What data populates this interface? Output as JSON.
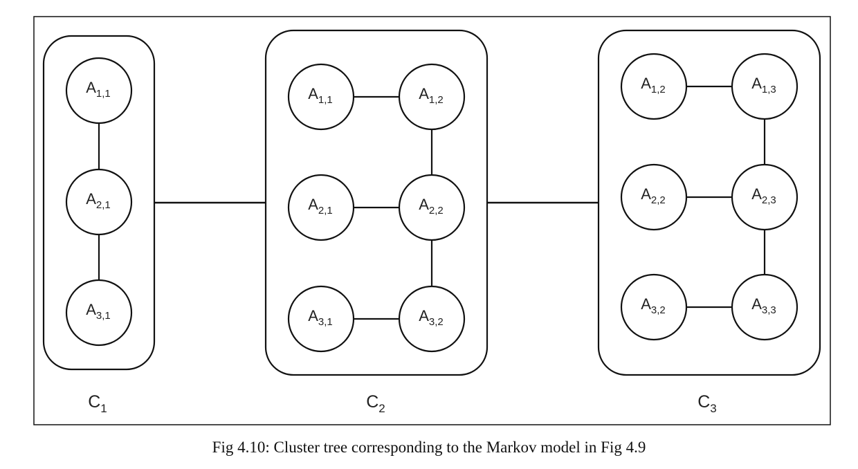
{
  "figure": {
    "caption": "Fig 4.10: Cluster tree corresponding to the Markov model in Fig 4.9"
  },
  "clusters": [
    {
      "id": "C1",
      "label": "C",
      "sub": "1",
      "nodes": [
        {
          "id": "c1-a11",
          "label": "A",
          "sub": "1,1"
        },
        {
          "id": "c1-a21",
          "label": "A",
          "sub": "2,1"
        },
        {
          "id": "c1-a31",
          "label": "A",
          "sub": "3,1"
        }
      ],
      "edges": [
        [
          "c1-a11",
          "c1-a21"
        ],
        [
          "c1-a21",
          "c1-a31"
        ]
      ]
    },
    {
      "id": "C2",
      "label": "C",
      "sub": "2",
      "nodes": [
        {
          "id": "c2-a11",
          "label": "A",
          "sub": "1,1"
        },
        {
          "id": "c2-a12",
          "label": "A",
          "sub": "1,2"
        },
        {
          "id": "c2-a21",
          "label": "A",
          "sub": "2,1"
        },
        {
          "id": "c2-a22",
          "label": "A",
          "sub": "2,2"
        },
        {
          "id": "c2-a31",
          "label": "A",
          "sub": "3,1"
        },
        {
          "id": "c2-a32",
          "label": "A",
          "sub": "3,2"
        }
      ],
      "edges": [
        [
          "c2-a11",
          "c2-a12"
        ],
        [
          "c2-a12",
          "c2-a22"
        ],
        [
          "c2-a21",
          "c2-a22"
        ],
        [
          "c2-a22",
          "c2-a32"
        ],
        [
          "c2-a31",
          "c2-a32"
        ]
      ]
    },
    {
      "id": "C3",
      "label": "C",
      "sub": "3",
      "nodes": [
        {
          "id": "c3-a12",
          "label": "A",
          "sub": "1,2"
        },
        {
          "id": "c3-a13",
          "label": "A",
          "sub": "1,3"
        },
        {
          "id": "c3-a22",
          "label": "A",
          "sub": "2,2"
        },
        {
          "id": "c3-a23",
          "label": "A",
          "sub": "2,3"
        },
        {
          "id": "c3-a32",
          "label": "A",
          "sub": "3,2"
        },
        {
          "id": "c3-a33",
          "label": "A",
          "sub": "3,3"
        }
      ],
      "edges": [
        [
          "c3-a12",
          "c3-a13"
        ],
        [
          "c3-a13",
          "c3-a23"
        ],
        [
          "c3-a22",
          "c3-a23"
        ],
        [
          "c3-a23",
          "c3-a33"
        ],
        [
          "c3-a32",
          "c3-a33"
        ]
      ]
    }
  ],
  "cluster_links": [
    [
      "C1",
      "C2"
    ],
    [
      "C2",
      "C3"
    ]
  ]
}
